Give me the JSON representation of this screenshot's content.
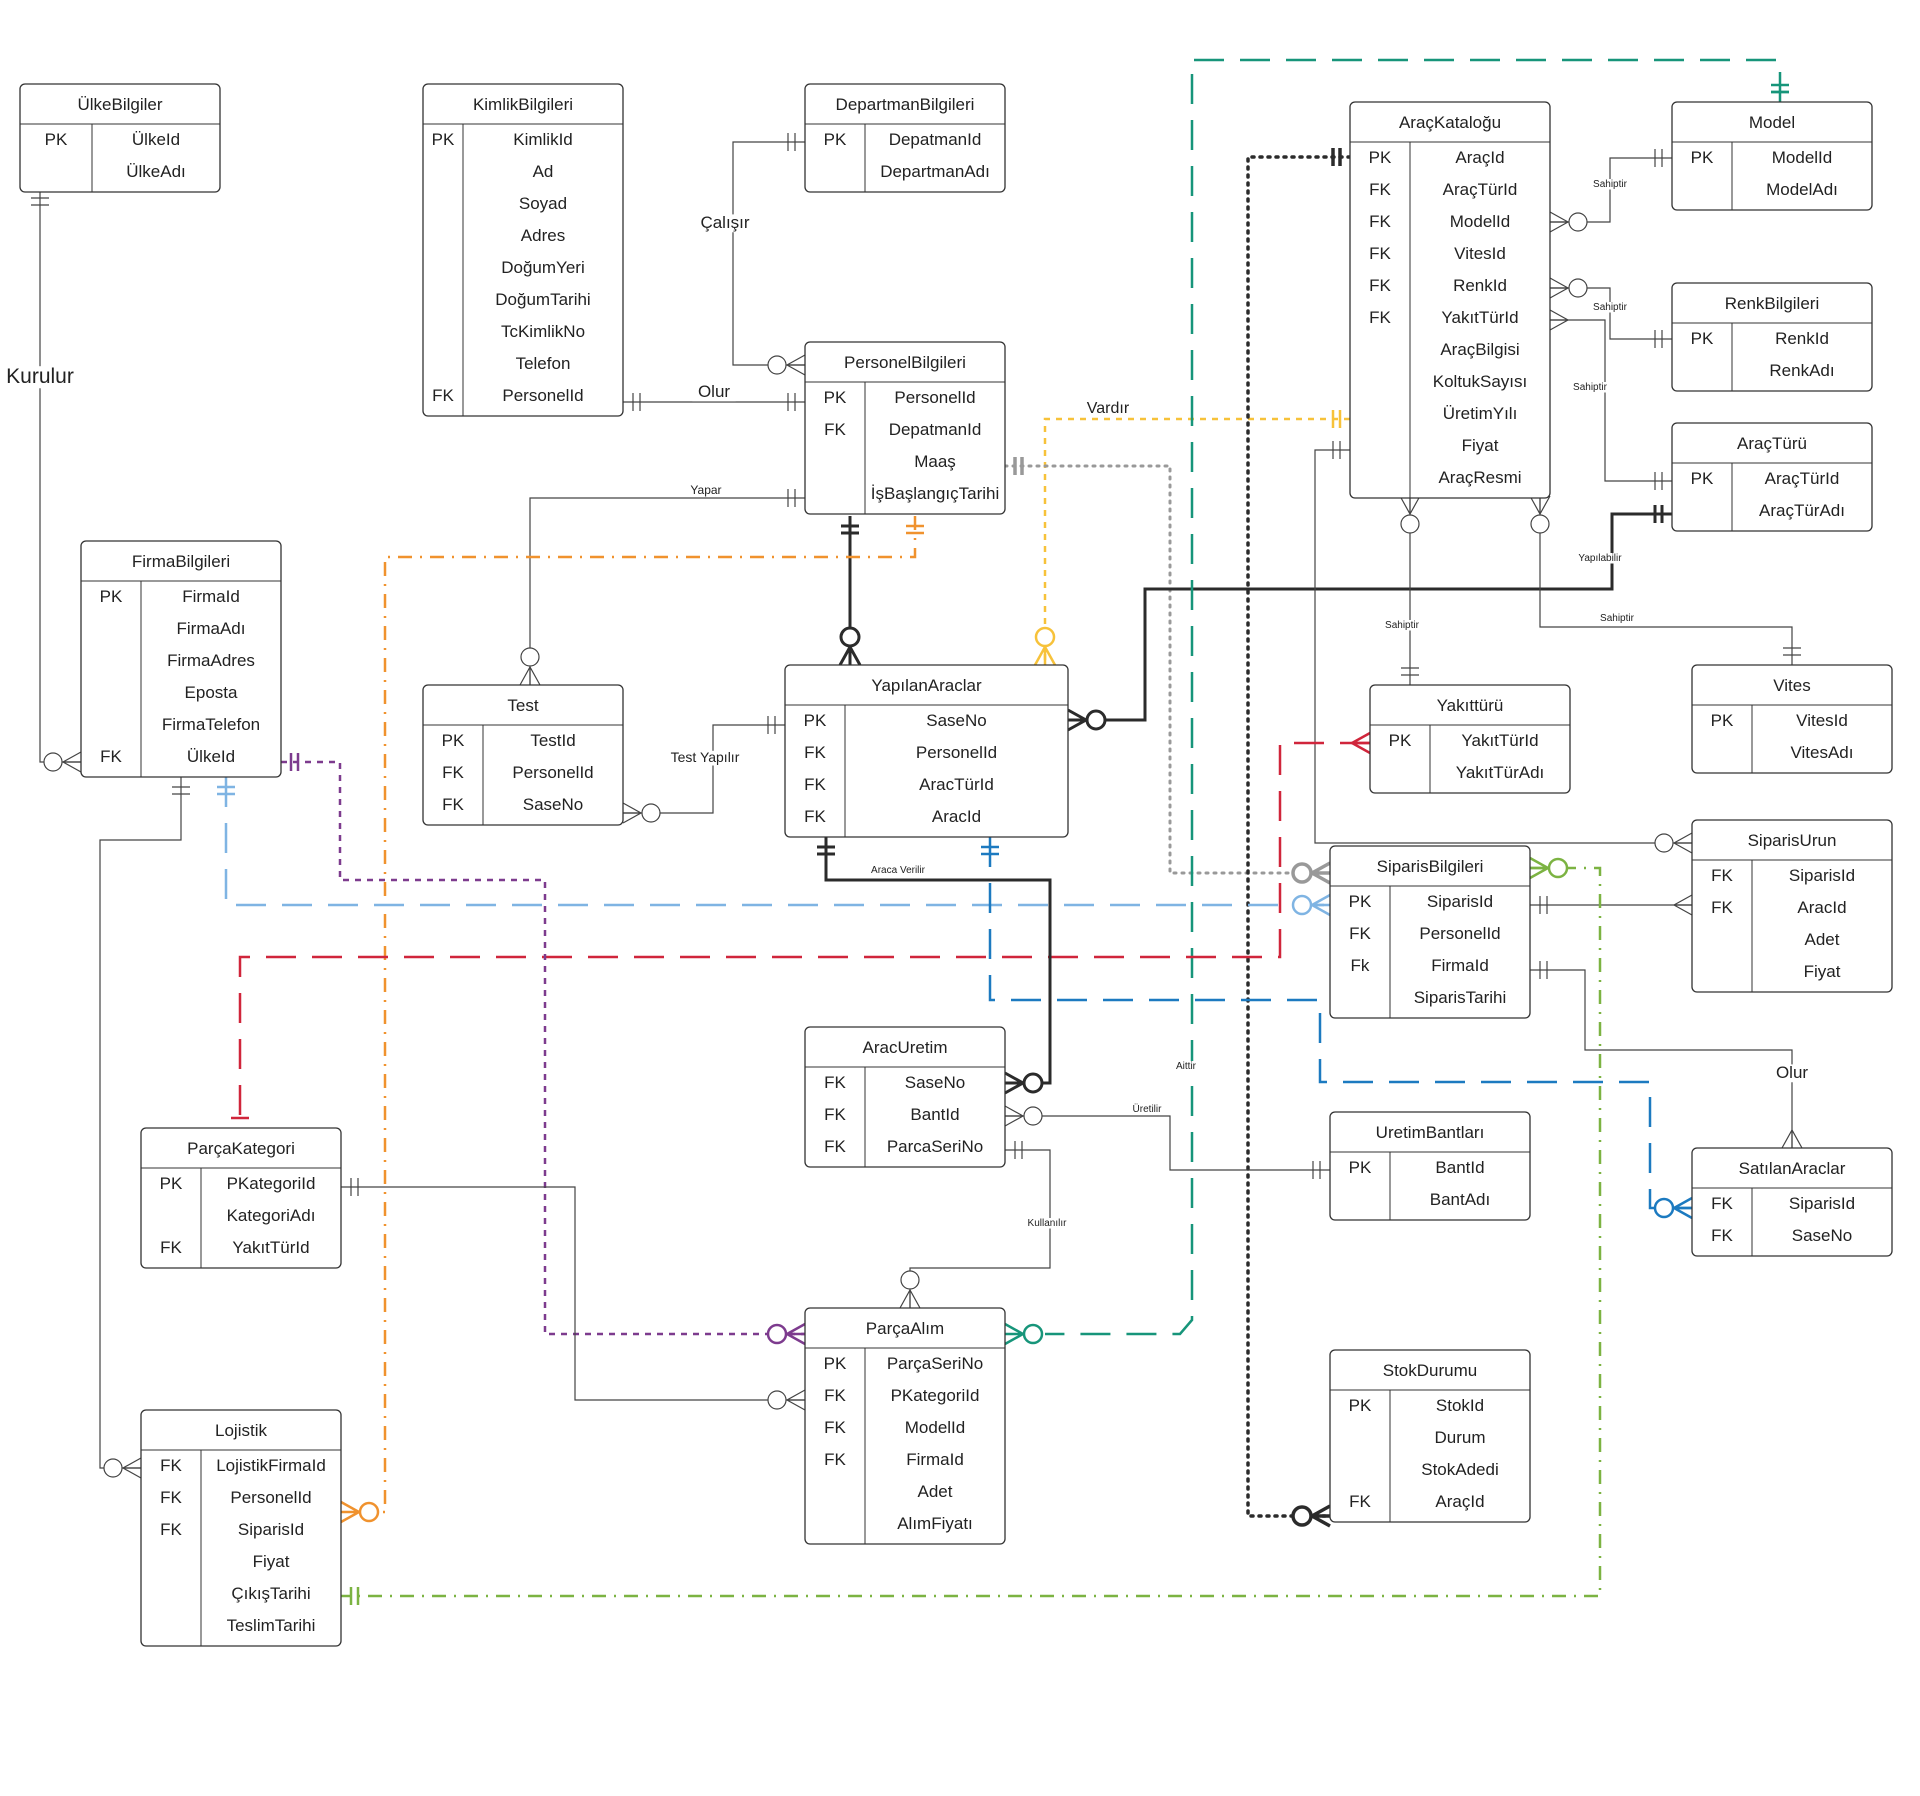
{
  "diagram": {
    "tables": [
      {
        "id": "ulke",
        "title": "ÜlkeBilgiler",
        "rows": [
          [
            "PK",
            "ÜlkeId"
          ],
          [
            "",
            "ÜlkeAdı"
          ]
        ]
      },
      {
        "id": "kimlik",
        "title": "KimlikBilgileri",
        "rows": [
          [
            "PK",
            "KimlikId"
          ],
          [
            "",
            "Ad"
          ],
          [
            "",
            "Soyad"
          ],
          [
            "",
            "Adres"
          ],
          [
            "",
            "DoğumYeri"
          ],
          [
            "",
            "DoğumTarihi"
          ],
          [
            "",
            "TcKimlikNo"
          ],
          [
            "",
            "Telefon"
          ],
          [
            "FK",
            "PersonelId"
          ]
        ]
      },
      {
        "id": "departman",
        "title": "DepartmanBilgileri",
        "rows": [
          [
            "PK",
            "DepatmanId"
          ],
          [
            "",
            "DepartmanAdı"
          ]
        ]
      },
      {
        "id": "katalog",
        "title": "AraçKataloğu",
        "rows": [
          [
            "PK",
            "AraçId"
          ],
          [
            "FK",
            "AraçTürId"
          ],
          [
            "FK",
            "ModelId"
          ],
          [
            "FK",
            "VitesId"
          ],
          [
            "FK",
            "RenkId"
          ],
          [
            "FK",
            "YakıtTürId"
          ],
          [
            "",
            "AraçBilgisi"
          ],
          [
            "",
            "KoltukSayısı"
          ],
          [
            "",
            "ÜretimYılı"
          ],
          [
            "",
            "Fiyat"
          ],
          [
            "",
            "AraçResmi"
          ]
        ]
      },
      {
        "id": "model",
        "title": "Model",
        "rows": [
          [
            "PK",
            "ModelId"
          ],
          [
            "",
            "ModelAdı"
          ]
        ]
      },
      {
        "id": "renk",
        "title": "RenkBilgileri",
        "rows": [
          [
            "PK",
            "RenkId"
          ],
          [
            "",
            "RenkAdı"
          ]
        ]
      },
      {
        "id": "aracturu",
        "title": "AraçTürü",
        "rows": [
          [
            "PK",
            "AraçTürId"
          ],
          [
            "",
            "AraçTürAdı"
          ]
        ]
      },
      {
        "id": "personel",
        "title": "PersonelBilgileri",
        "rows": [
          [
            "PK",
            "PersonelId"
          ],
          [
            "FK",
            "DepatmanId"
          ],
          [
            "",
            "Maaş"
          ],
          [
            "",
            "İşBaşlangıçTarihi"
          ]
        ]
      },
      {
        "id": "firma",
        "title": "FirmaBilgileri",
        "rows": [
          [
            "PK",
            "FirmaId"
          ],
          [
            "",
            "FirmaAdı"
          ],
          [
            "",
            "FirmaAdres"
          ],
          [
            "",
            "Eposta"
          ],
          [
            "",
            "FirmaTelefon"
          ],
          [
            "FK",
            "ÜlkeId"
          ]
        ]
      },
      {
        "id": "test",
        "title": "Test",
        "rows": [
          [
            "PK",
            "TestId"
          ],
          [
            "FK",
            "PersonelId"
          ],
          [
            "FK",
            "SaseNo"
          ]
        ]
      },
      {
        "id": "yapilan",
        "title": "YapılanAraclar",
        "rows": [
          [
            "PK",
            "SaseNo"
          ],
          [
            "FK",
            "PersonelId"
          ],
          [
            "FK",
            "AracTürId"
          ],
          [
            "FK",
            "AracId"
          ]
        ]
      },
      {
        "id": "yakit",
        "title": "Yakıttürü",
        "rows": [
          [
            "PK",
            "YakıtTürId"
          ],
          [
            "",
            "YakıtTürAdı"
          ]
        ]
      },
      {
        "id": "vites",
        "title": "Vites",
        "rows": [
          [
            "PK",
            "VitesId"
          ],
          [
            "",
            "VitesAdı"
          ]
        ]
      },
      {
        "id": "siparis",
        "title": "SiparisBilgileri",
        "rows": [
          [
            "PK",
            "SiparisId"
          ],
          [
            "FK",
            "PersonelId"
          ],
          [
            "Fk",
            "FirmaId"
          ],
          [
            "",
            "SiparisTarihi"
          ]
        ]
      },
      {
        "id": "siparisurun",
        "title": "SiparisUrun",
        "rows": [
          [
            "FK",
            "SiparisId"
          ],
          [
            "FK",
            "AracId"
          ],
          [
            "",
            "Adet"
          ],
          [
            "",
            "Fiyat"
          ]
        ]
      },
      {
        "id": "aracuretim",
        "title": "AracUretim",
        "rows": [
          [
            "FK",
            "SaseNo"
          ],
          [
            "FK",
            "BantId"
          ],
          [
            "FK",
            "ParcaSeriNo"
          ]
        ]
      },
      {
        "id": "uretimbant",
        "title": "UretimBantları",
        "rows": [
          [
            "PK",
            "BantId"
          ],
          [
            "",
            "BantAdı"
          ]
        ]
      },
      {
        "id": "satilan",
        "title": "SatılanAraclar",
        "rows": [
          [
            "FK",
            "SiparisId"
          ],
          [
            "FK",
            "SaseNo"
          ]
        ]
      },
      {
        "id": "parcakategori",
        "title": "ParçaKategori",
        "rows": [
          [
            "PK",
            "PKategoriId"
          ],
          [
            "",
            "KategoriAdı"
          ],
          [
            "FK",
            "YakıtTürId"
          ]
        ]
      },
      {
        "id": "parcaalim",
        "title": "ParçaAlım",
        "rows": [
          [
            "PK",
            "ParçaSeriNo"
          ],
          [
            "FK",
            "PKategoriId"
          ],
          [
            "FK",
            "ModelId"
          ],
          [
            "FK",
            "FirmaId"
          ],
          [
            "",
            "Adet"
          ],
          [
            "",
            "AlımFiyatı"
          ]
        ]
      },
      {
        "id": "stok",
        "title": "StokDurumu",
        "rows": [
          [
            "PK",
            "StokId"
          ],
          [
            "",
            "Durum"
          ],
          [
            "",
            "StokAdedi"
          ],
          [
            "FK",
            "AraçId"
          ]
        ]
      },
      {
        "id": "lojistik",
        "title": "Lojistik",
        "rows": [
          [
            "FK",
            "LojistikFirmaId"
          ],
          [
            "FK",
            "PersonelId"
          ],
          [
            "FK",
            "SiparisId"
          ],
          [
            "",
            "Fiyat"
          ],
          [
            "",
            "ÇıkışTarihi"
          ],
          [
            "",
            "TeslimTarihi"
          ]
        ]
      }
    ],
    "relationships": [
      {
        "id": "kurulur",
        "label": "Kurulur"
      },
      {
        "id": "calisir",
        "label": "Çalışır"
      },
      {
        "id": "olur1",
        "label": "Olur"
      },
      {
        "id": "vardir",
        "label": "Vardır"
      },
      {
        "id": "yapar",
        "label": "Yapar"
      },
      {
        "id": "testyapilir",
        "label": "Test Yapılır"
      },
      {
        "id": "sahiptir1",
        "label": "Sahiptir"
      },
      {
        "id": "sahiptir2",
        "label": "Sahiptir"
      },
      {
        "id": "sahiptir3",
        "label": "Sahiptir"
      },
      {
        "id": "sahiptir4",
        "label": "Sahiptir"
      },
      {
        "id": "sahiptir5",
        "label": "Sahiptir"
      },
      {
        "id": "yapilabilir",
        "label": "Yapılabilir"
      },
      {
        "id": "aracaverilir",
        "label": "Araca Verilir"
      },
      {
        "id": "aittir",
        "label": "Aittir"
      },
      {
        "id": "uretilir",
        "label": "Üretilir"
      },
      {
        "id": "kullanilir",
        "label": "Kullanılır"
      },
      {
        "id": "olur2",
        "label": "Olur"
      }
    ],
    "colors": {
      "table_border": "#333333",
      "black": "#2b2b2b",
      "gray": "#999999",
      "orange": "#f0922e",
      "yellow": "#f7c23a",
      "teal": "#17957a",
      "purple": "#7d3b8e",
      "red": "#d0253b",
      "light_blue": "#7fb4e3",
      "blue": "#1c7ac0",
      "green": "#7cb342"
    }
  }
}
